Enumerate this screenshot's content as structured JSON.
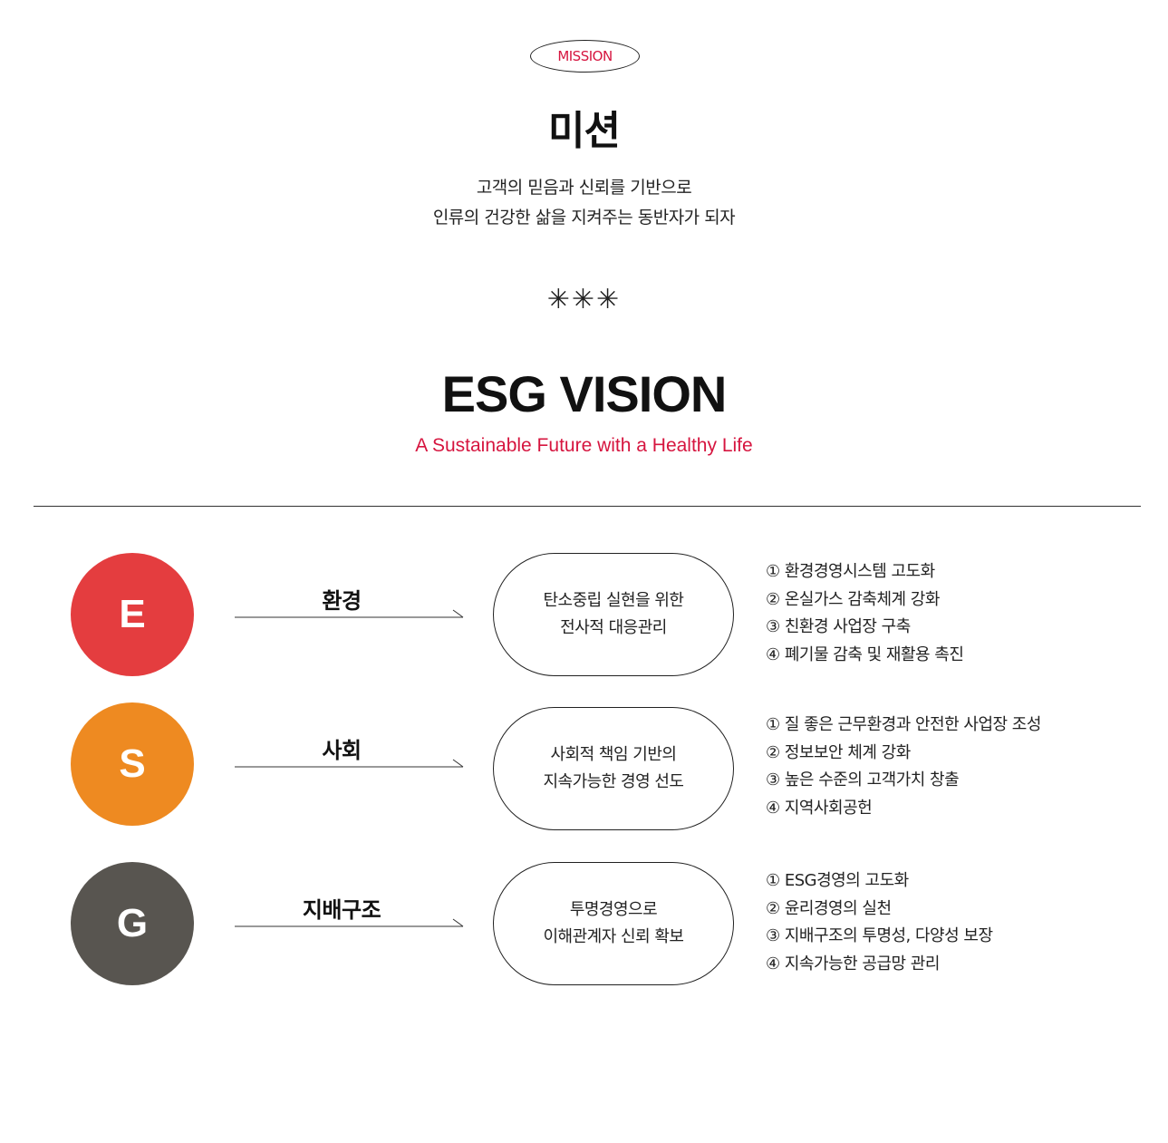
{
  "mission": {
    "badge": "MISSION",
    "title": "미션",
    "lines": [
      "고객의 믿음과 신뢰를 기반으로",
      "인류의 건강한 삶을 지켜주는 동반자가 되자"
    ]
  },
  "separator": "✳✳✳",
  "vision": {
    "title": "ESG VISION",
    "subtitle": "A Sustainable Future with a Healthy Life"
  },
  "colors": {
    "accent": "#d6153f",
    "environment": "#e43d3f",
    "social": "#ee8a21",
    "governance": "#585550"
  },
  "rows": [
    {
      "letter": "E",
      "label": "환경",
      "goal": [
        "탄소중립 실현을 위한",
        "전사적 대응관리"
      ],
      "items": [
        "① 환경경영시스템 고도화",
        "② 온실가스 감축체계 강화",
        "③ 친환경 사업장 구축",
        "④ 폐기물 감축 및 재활용 촉진"
      ]
    },
    {
      "letter": "S",
      "label": "사회",
      "goal": [
        "사회적 책임 기반의",
        "지속가능한 경영 선도"
      ],
      "items": [
        "① 질 좋은 근무환경과 안전한 사업장 조성",
        "② 정보보안 체계 강화",
        "③ 높은 수준의 고객가치 창출",
        "④ 지역사회공헌"
      ]
    },
    {
      "letter": "G",
      "label": "지배구조",
      "goal": [
        "투명경영으로",
        "이해관계자 신뢰 확보"
      ],
      "items": [
        "① ESG경영의 고도화",
        "② 윤리경영의 실천",
        "③ 지배구조의 투명성, 다양성 보장",
        "④ 지속가능한 공급망 관리"
      ]
    }
  ]
}
